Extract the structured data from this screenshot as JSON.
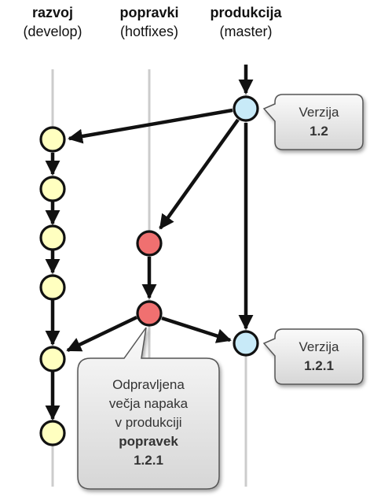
{
  "branches": [
    {
      "name": "razvoj",
      "sub": "(develop)"
    },
    {
      "name": "popravki",
      "sub": "(hotfixes)"
    },
    {
      "name": "produkcija",
      "sub": "(master)"
    }
  ],
  "callouts": {
    "v12": {
      "line1": "Verzija",
      "line2": "1.2"
    },
    "v121": {
      "line1": "Verzija",
      "line2": "1.2.1"
    },
    "hotfix": {
      "line1": "Odpravljena",
      "line2": "večja napaka",
      "line3": "v produkciji",
      "line4": "popravek",
      "line5": "1.2.1"
    }
  },
  "colors": {
    "develop_commit": "#ffffc0",
    "hotfix_commit": "#f07070",
    "master_commit": "#c8eaf8",
    "lane": "#cccccc",
    "arrow": "#111111",
    "callout_fill": "#e8e8e8"
  }
}
